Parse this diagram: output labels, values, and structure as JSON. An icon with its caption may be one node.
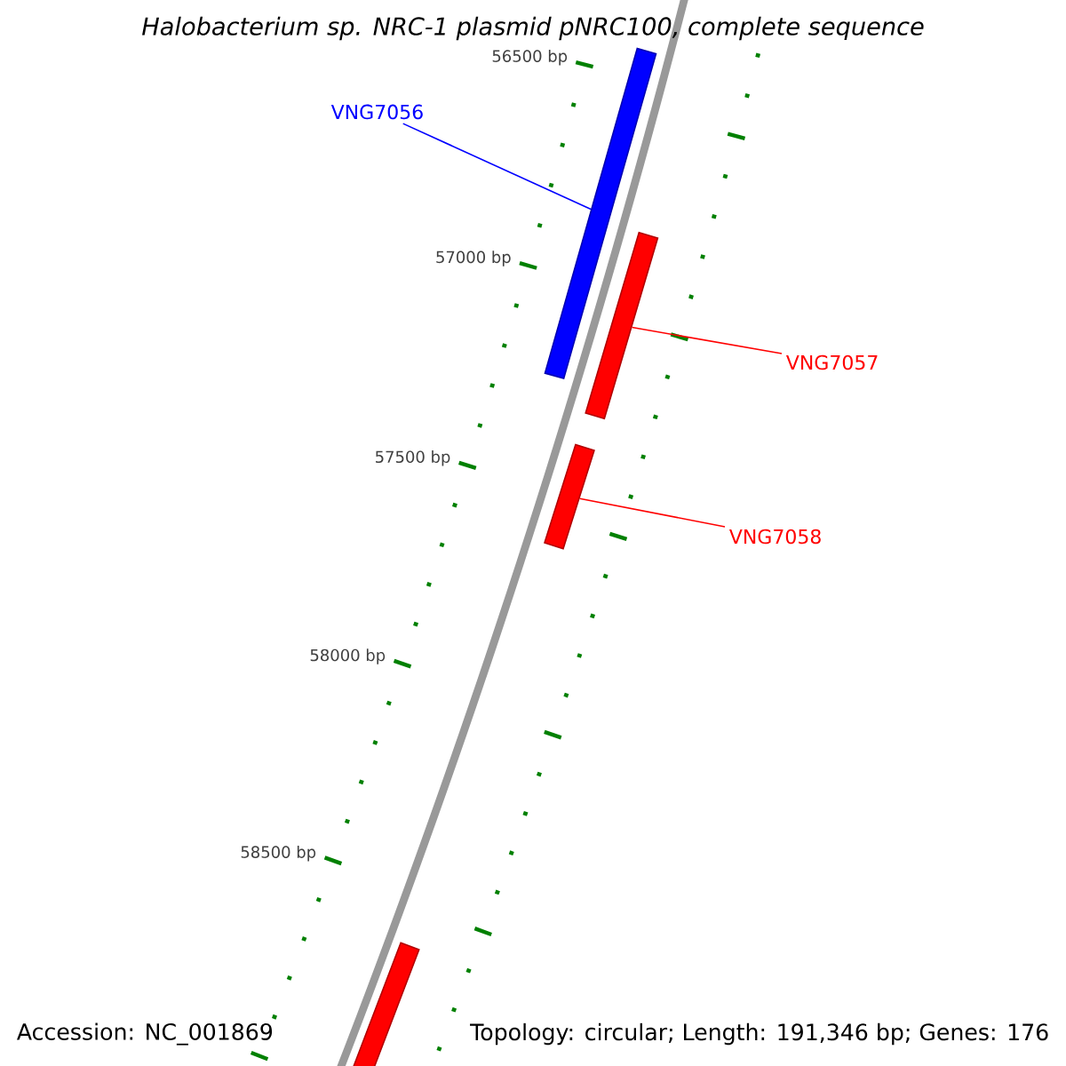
{
  "diagram": {
    "title": "Halobacterium sp. NRC-1 plasmid pNRC100, complete sequence",
    "nodes": [
      {
        "text": [
          "VNG7056"
        ]
      },
      {
        "text": [],
        "shape": "bar"
      },
      {
        "text": [
          "VNG7057"
        ]
      },
      {
        "text": [],
        "shape": "bar"
      },
      {
        "text": [
          "VNG7058"
        ]
      },
      {
        "text": [],
        "shape": "bar"
      },
      {
        "text": [],
        "shape": "bar"
      }
    ],
    "edges": [
      {
        "from": 0,
        "to": 1,
        "arrow": "none",
        "color": "#0000ff"
      },
      {
        "from": 2,
        "to": 3,
        "arrow": "none",
        "color": "#ff0000"
      },
      {
        "from": 4,
        "to": 5,
        "arrow": "none",
        "color": "#ff0000"
      }
    ],
    "labels": [
      "56500 bp",
      "57000 bp",
      "57500 bp",
      "58000 bp",
      "58500 bp",
      "Accession: NC_001869",
      "Topology: circular; Length: 191,346 bp; Genes: 176"
    ]
  }
}
